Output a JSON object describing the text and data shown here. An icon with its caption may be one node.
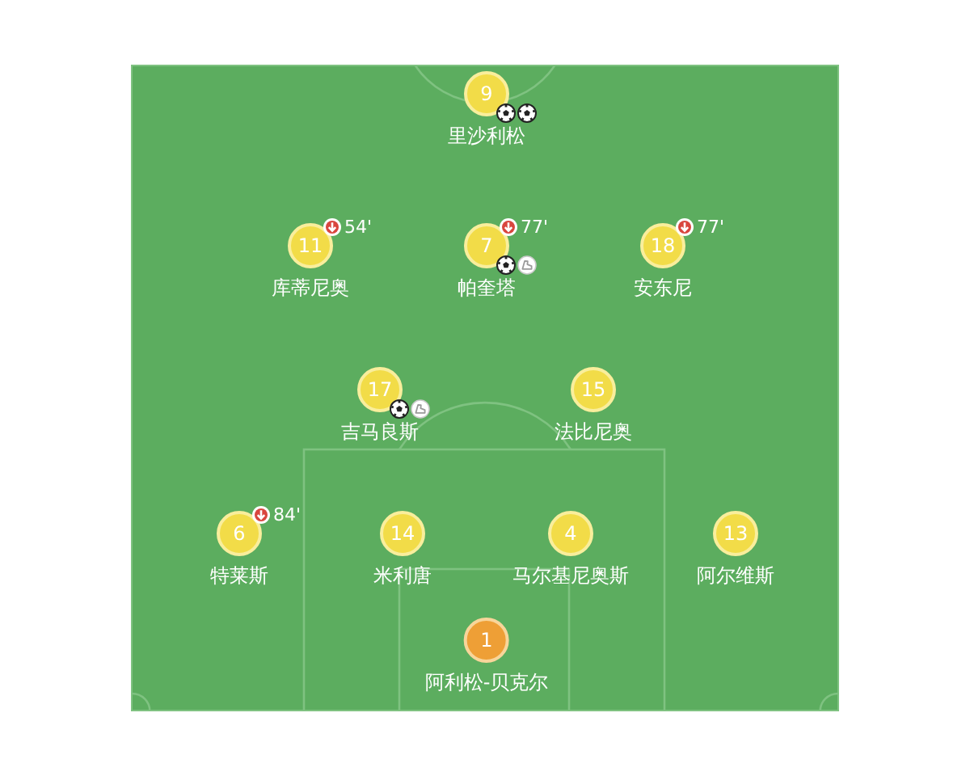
{
  "diagram": {
    "nodes": [
      {
        "text": [
          "9",
          "里沙利松"
        ]
      },
      {
        "text": [
          "11",
          "库蒂尼奥"
        ],
        "beside": [
          "54'"
        ]
      },
      {
        "text": [
          "7",
          "帕奎塔"
        ],
        "beside": [
          "77'"
        ]
      },
      {
        "text": [
          "18",
          "安东尼"
        ],
        "beside": [
          "77'"
        ]
      },
      {
        "text": [
          "17",
          "吉马良斯"
        ]
      },
      {
        "text": [
          "15",
          "法比尼奥"
        ]
      },
      {
        "text": [
          "6",
          "特莱斯"
        ],
        "beside": [
          "84'"
        ]
      },
      {
        "text": [
          "14",
          "米利唐"
        ]
      },
      {
        "text": [
          "4",
          "马尔基尼奥斯"
        ]
      },
      {
        "text": [
          "13",
          "阿尔维斯"
        ]
      },
      {
        "text": [
          "1",
          "阿利松-贝克尔"
        ]
      }
    ]
  }
}
